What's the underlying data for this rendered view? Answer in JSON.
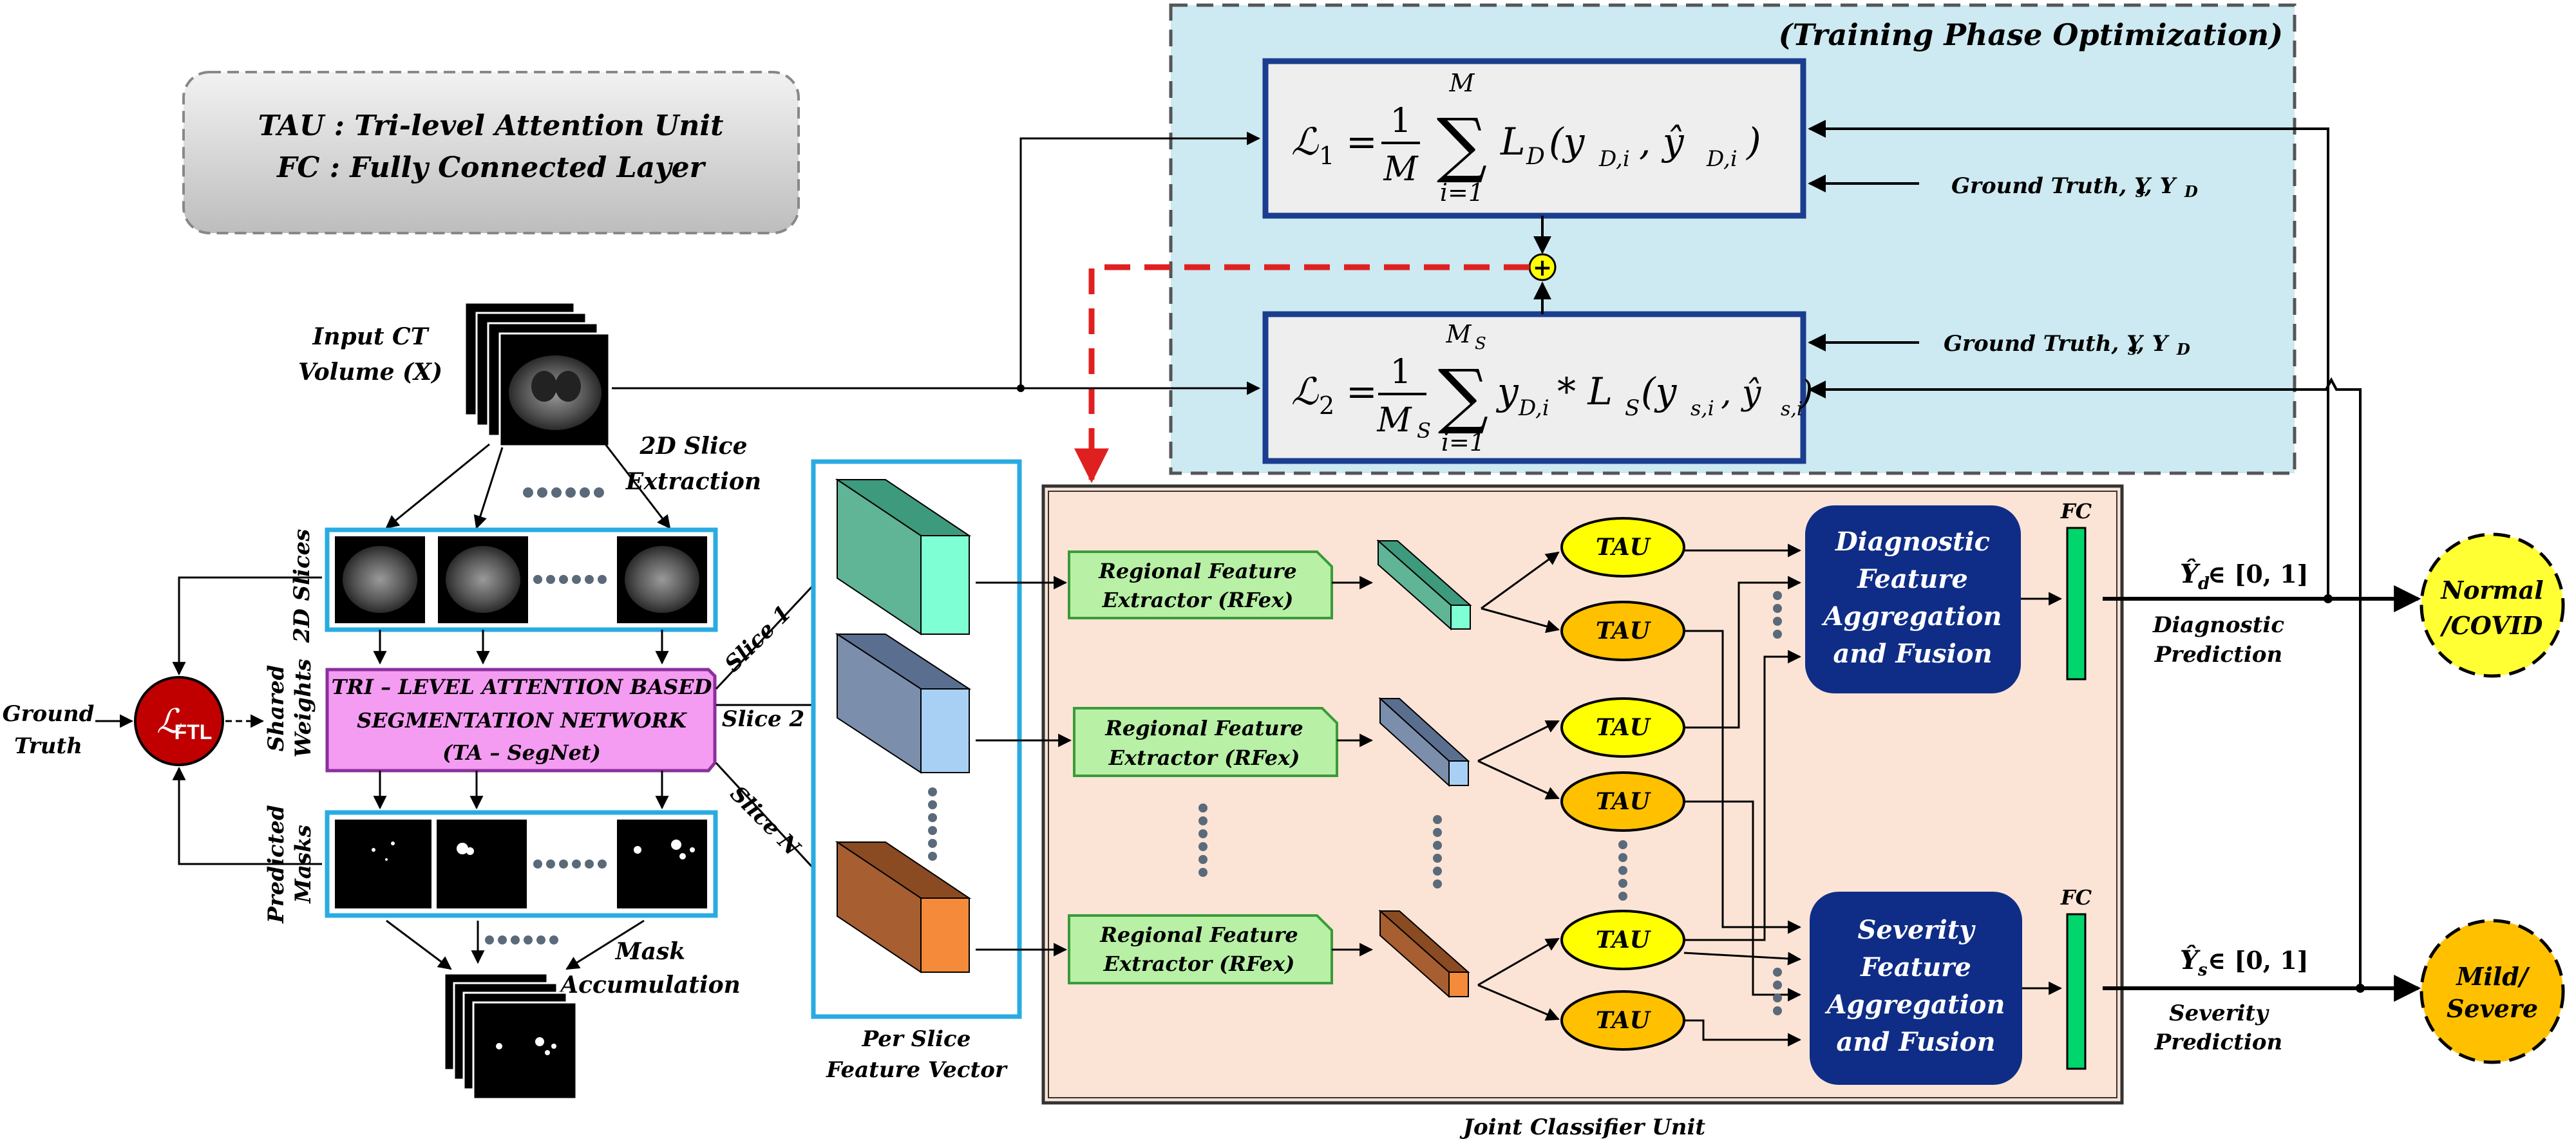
{
  "legend": {
    "tau": "TAU : Tri-level Attention Unit",
    "fc": "FC : Fully Connected Layer"
  },
  "training": {
    "title": "(Training Phase Optimization)",
    "loss1": {
      "lhs": "ℒ",
      "sub": "1",
      "frac_num": "1",
      "frac_den": "M",
      "sum_top": "M",
      "sum_bottom": "i=1",
      "term": "L",
      "term_sub": "D",
      "args": "(y",
      "args_sub1": "D,i",
      "args_mid": " , ŷ",
      "args_sub2": "D,i",
      "args_end": ")"
    },
    "loss2": {
      "lhs": "ℒ",
      "sub": "2",
      "frac_num": "1",
      "frac_den": "M",
      "frac_den_sub": "S",
      "sum_top": "M",
      "sum_top_sub": "S",
      "sum_bottom": "i=1",
      "term": "y",
      "term_sub": "D,i",
      "op": " * L",
      "op_sub": "S",
      "args": "(y",
      "args_sub1": "s,i",
      "args_mid": " , ŷ",
      "args_sub2": "s,i",
      "args_end": ")"
    },
    "gt1": "Ground Truth, Y",
    "gt_sub_s": "s",
    "gt_mid": " , Y",
    "gt_sub_d": "D",
    "gt2": "Ground Truth, Y",
    "plus": "+"
  },
  "input": {
    "label_line1": "Input CT",
    "label_line2": "Volume (X)",
    "slice_extraction_line1": "2D Slice",
    "slice_extraction_line2": "Extraction"
  },
  "segmentation": {
    "slices_label": "2D Slices",
    "shared_weights_line1": "Shared",
    "shared_weights_line2": "Weights",
    "predicted_masks_line1": "Predicted",
    "predicted_masks_line2": "Masks",
    "network_line1": "TRI – LEVEL ATTENTION BASED",
    "network_line2": "SEGMENTATION NETWORK",
    "network_line3": "(TA – SegNet)",
    "mask_accumulation_line1": "Mask",
    "mask_accumulation_line2": "Accumulation",
    "ground_truth_line1": "Ground",
    "ground_truth_line2": "Truth",
    "ftl_symbol": "ℒ",
    "ftl_sub": "FTL"
  },
  "slices": {
    "slice1": "Slice 1",
    "slice2": "Slice 2",
    "sliceN": "Slice N",
    "feature_vector_line1": "Per Slice",
    "feature_vector_line2": "Feature Vector"
  },
  "classifier": {
    "title": "Joint Classifier Unit",
    "rfex_line1": "Regional Feature",
    "rfex_line2": "Extractor (RFex)",
    "tau": "TAU",
    "diag_line1": "Diagnostic",
    "diag_line2": "Feature",
    "diag_line3": "Aggregation",
    "diag_line4": "and Fusion",
    "sev_line1": "Severity",
    "sev_line2": "Feature",
    "sev_line3": "Aggregation",
    "sev_line4": "and Fusion",
    "fc": "FC"
  },
  "outputs": {
    "diag_pred": "Ŷ",
    "diag_pred_sub": "d",
    "diag_range": " ∈ [0, 1]",
    "diag_label_line1": "Diagnostic",
    "diag_label_line2": "Prediction",
    "sev_pred": "Ŷ",
    "sev_pred_sub": "s",
    "sev_range": " ∈ [0, 1]",
    "sev_label_line1": "Severity",
    "sev_label_line2": "Prediction",
    "normal_line1": "Normal",
    "normal_line2": "/COVID",
    "mild_line1": "Mild/",
    "mild_line2": "Severe"
  },
  "colors": {
    "training_bg": "#cde9f1",
    "classifier_bg": "#fbe4d6",
    "loss_border": "#1a3d8f",
    "network_fill": "#f49cf2",
    "network_border": "#8b2f9c",
    "rfex_fill": "#b8f0a6",
    "rfex_border": "#3a9b3a",
    "tau_yellow": "#ffff00",
    "tau_orange": "#ffc000",
    "fusion_fill": "#0f2d86",
    "fc_fill": "#00d66b",
    "ftl_fill": "#c00000",
    "normal_fill": "#ffff33",
    "mild_fill": "#ffc000",
    "slice_box": "#29abe2",
    "dashed_red": "#e02020"
  }
}
